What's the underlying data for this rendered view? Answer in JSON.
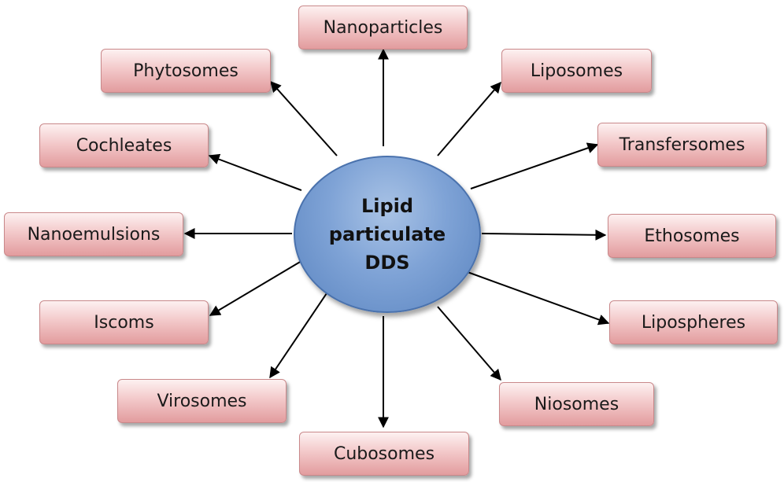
{
  "center": {
    "lines": [
      "Lipid",
      "particulate",
      "DDS"
    ]
  },
  "nodes": {
    "nanoparticles": "Nanoparticles",
    "liposomes": "Liposomes",
    "transfersomes": "Transfersomes",
    "ethosomes": "Ethosomes",
    "lipospheres": "Lipospheres",
    "niosomes": "Niosomes",
    "cubosomes": "Cubosomes",
    "virosomes": "Virosomes",
    "iscoms": "Iscoms",
    "nanoemulsions": "Nanoemulsions",
    "cochleates": "Cochleates",
    "phytosomes": "Phytosomes"
  },
  "colors": {
    "node_fill": "#f3c9ca",
    "node_border": "#c9888a",
    "center_fill": "#7fa3d6",
    "arrow": "#000000"
  }
}
